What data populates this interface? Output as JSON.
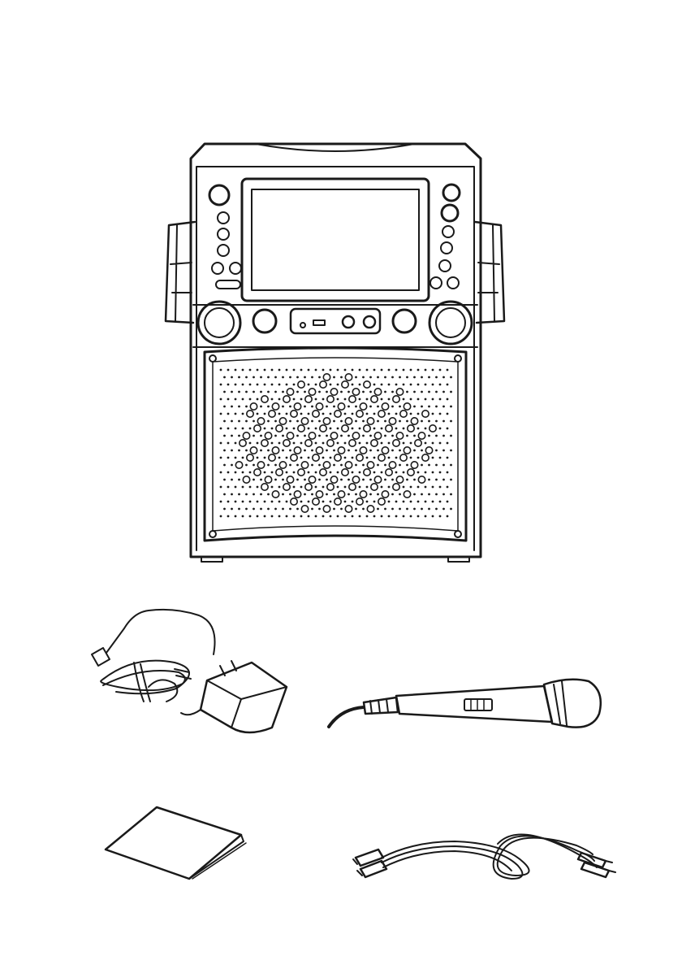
{
  "page": {
    "background": "#ffffff",
    "line_color": "#1a1a1a"
  },
  "items": [
    {
      "id": "karaoke-system",
      "icon": "karaoke-machine-icon"
    },
    {
      "id": "ac-adapter",
      "icon": "power-adapter-icon"
    },
    {
      "id": "microphone",
      "icon": "microphone-icon"
    },
    {
      "id": "instruction-manual",
      "icon": "manual-booklet-icon"
    },
    {
      "id": "av-cable",
      "icon": "rca-cable-icon"
    }
  ]
}
